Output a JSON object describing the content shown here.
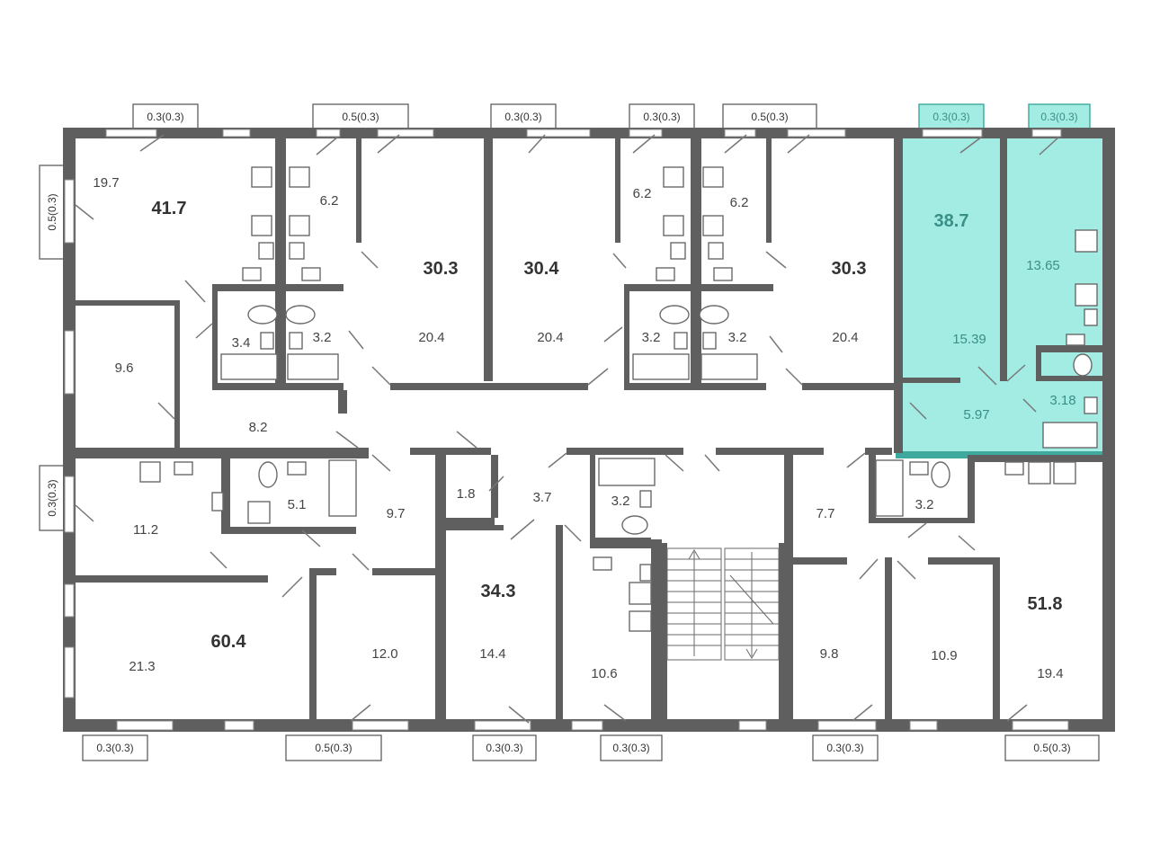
{
  "balconies_top": [
    "0.3(0.3)",
    "0.5(0.3)",
    "0.3(0.3)",
    "0.3(0.3)",
    "0.5(0.3)",
    "0.3(0.3)",
    "0.3(0.3)"
  ],
  "balconies_bottom": [
    "0.3(0.3)",
    "0.5(0.3)",
    "0.3(0.3)",
    "0.3(0.3)",
    "0.3(0.3)",
    "0.5(0.3)"
  ],
  "balconies_left": [
    "0.5(0.3)",
    "0.3(0.3)"
  ],
  "apartments": [
    {
      "total": "41.7",
      "rooms": [
        "19.7",
        "6.2",
        "3.4",
        "9.6",
        "8.2"
      ]
    },
    {
      "total": "30.3",
      "rooms": [
        "20.4",
        "3.2"
      ]
    },
    {
      "total": "30.4",
      "rooms": [
        "20.4",
        "6.2",
        "3.2"
      ]
    },
    {
      "total": "30.3",
      "rooms": [
        "20.4",
        "6.2",
        "3.2"
      ]
    },
    {
      "total": "38.7",
      "highlighted": true,
      "rooms": [
        "13.65",
        "15.39",
        "5.97",
        "3.18"
      ]
    },
    {
      "total": "60.4",
      "rooms": [
        "11.2",
        "5.1",
        "9.7",
        "21.3",
        "12.0"
      ]
    },
    {
      "total": "34.3",
      "rooms": [
        "1.8",
        "3.7",
        "3.2",
        "14.4",
        "10.6"
      ]
    },
    {
      "total": "51.8",
      "rooms": [
        "7.7",
        "3.2",
        "9.8",
        "10.9",
        "19.4"
      ]
    }
  ],
  "colors": {
    "highlight": "#a2ece4",
    "highlight_edge": "#3fa99d",
    "wall": "#5f5f5f"
  }
}
